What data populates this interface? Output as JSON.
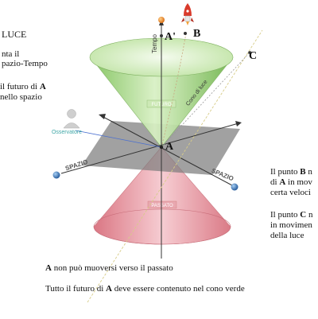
{
  "left_text": {
    "title_fragment": "LUCE",
    "line1": "nta il",
    "line2": "pazio-Tempo",
    "line3_prefix": " il futuro di ",
    "line3_bold": "A",
    "line4": " nello spazio"
  },
  "right_text": {
    "b_line1_prefix": "Il punto ",
    "b_line1_bold": "B",
    "b_line1_suffix": " n",
    "b_line2_prefix": "di ",
    "b_line2_bold": "A",
    "b_line2_suffix": " in mov",
    "b_line3": "certa veloci",
    "c_line1_prefix": "Il punto ",
    "c_line1_bold": "C",
    "c_line1_suffix": " n",
    "c_line2": "in movimen",
    "c_line3": "della luce"
  },
  "bottom_text": {
    "line1_bold": "A",
    "line1_rest": " non può muoversi verso il passato",
    "line2_prefix": "Tutto il futuro di ",
    "line2_bold": "A",
    "line2_suffix": " deve essere contenuto nel cono verde"
  },
  "diagram": {
    "label_time_axis": "Tempo",
    "label_light_cone": "Cono di luce",
    "label_future": "FUTURO",
    "label_past": "PASSATO",
    "label_observer": "Osservatore",
    "label_space_left": "SPAZIO",
    "label_space_right": "SPAZIO",
    "point_a": "A",
    "point_a_prime": "A'",
    "point_b": "B",
    "point_c": "C"
  },
  "colors": {
    "future_cone": "#a8d88a",
    "past_cone": "#e48c96",
    "plane": "#8a8a8a",
    "axis": "#333333",
    "rocket": "#d93a2b",
    "sphere": "#2d6fb3"
  }
}
